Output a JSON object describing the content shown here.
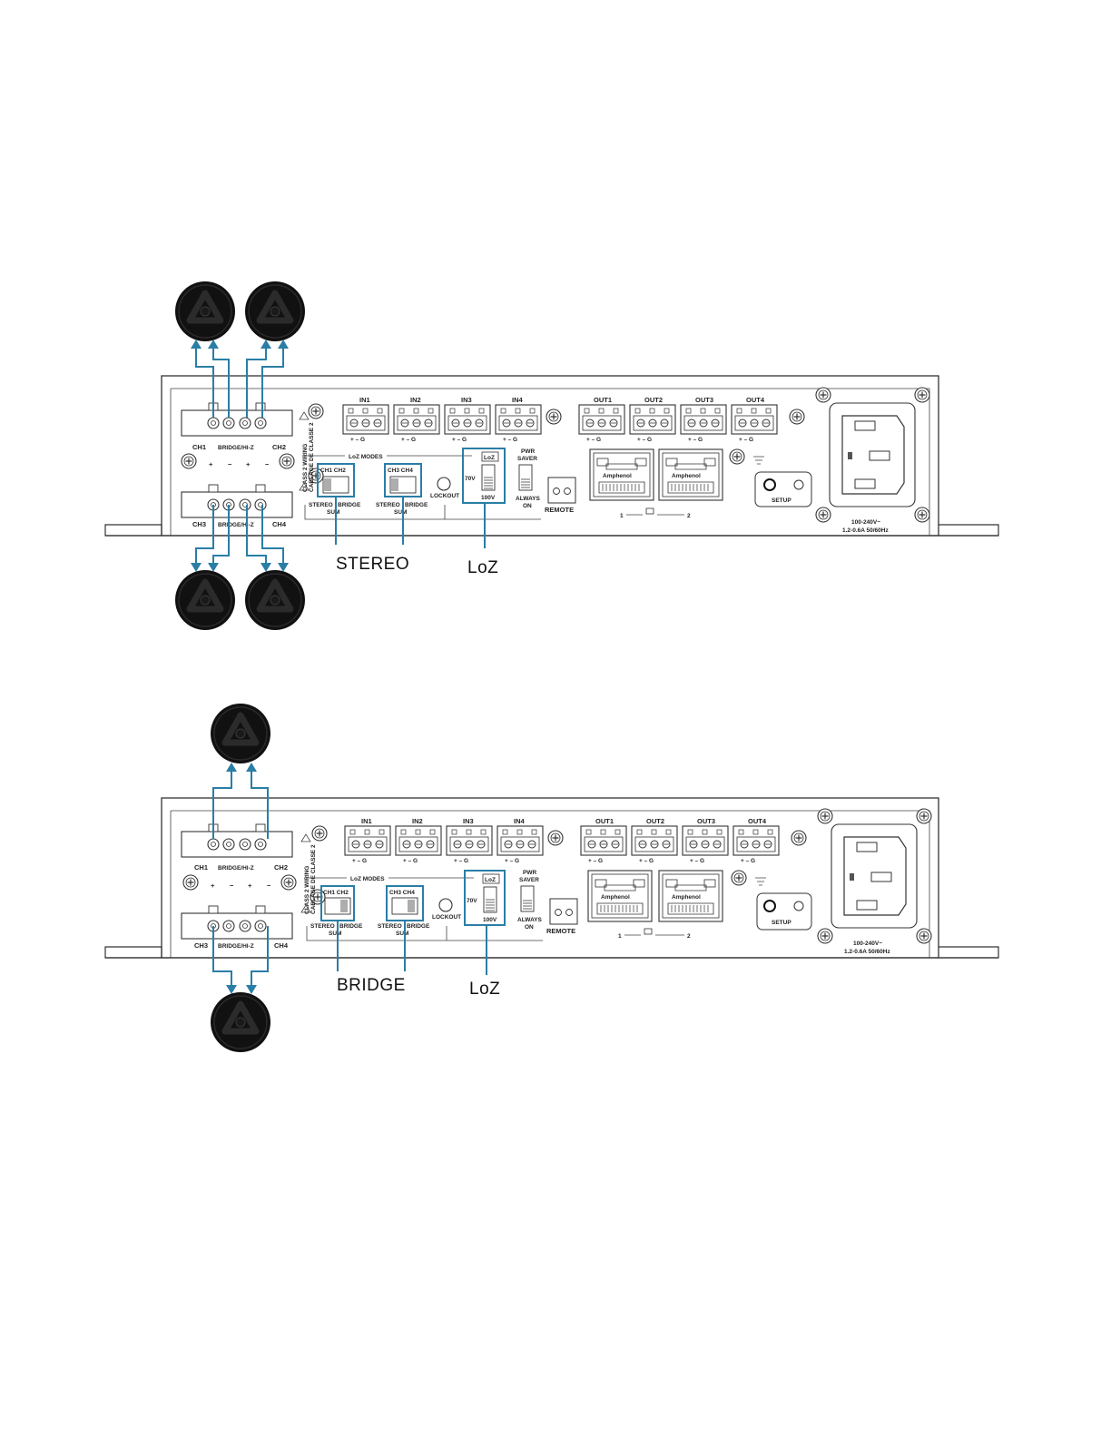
{
  "panel_labels": {
    "inputs": [
      "IN1",
      "IN2",
      "IN3",
      "IN4"
    ],
    "outputs": [
      "OUT1",
      "OUT2",
      "OUT3",
      "OUT4"
    ],
    "terminal_pins": [
      "+",
      "−",
      "G"
    ],
    "ch12_pair": {
      "left": "CH1",
      "mid": "BRIDGE/HI-Z",
      "right": "CH2"
    },
    "ch34_pair": {
      "left": "CH3",
      "mid": "BRIDGE/HI-Z",
      "right": "CH4"
    },
    "speaker_polarity": [
      "+",
      "−",
      "+",
      "−"
    ],
    "class2_wiring": "CLASS 2 WIRING",
    "class2_wiring_fr": "CABLAGE DE CLASSE 2",
    "loz_modes": "LoZ MODES",
    "ch12_switch": "CH1 CH2",
    "ch34_switch": "CH3 CH4",
    "stereo_label": "STEREO",
    "bridge_label": "BRIDGE",
    "sum_label": "SUM",
    "lockout": "LOCKOUT",
    "loz_switch": "LoZ",
    "v70": "70V",
    "v100": "100V",
    "pwr_saver_1": "PWR",
    "pwr_saver_2": "SAVER",
    "always_on_1": "ALWAYS",
    "always_on_2": "ON",
    "remote": "REMOTE",
    "amphenol": "Amphenol",
    "net_port_1": "1",
    "net_port_2": "2",
    "setup": "SETUP",
    "power_rating_1": "100-240V~",
    "power_rating_2": "1.2-0.6A 50/60Hz"
  },
  "diagrams": [
    {
      "id": "stereo",
      "mode_callout": "STEREO",
      "impedance_callout": "LoZ",
      "speaker_count": 4
    },
    {
      "id": "bridge",
      "mode_callout": "BRIDGE",
      "impedance_callout": "LoZ",
      "speaker_count": 2
    }
  ],
  "colors": {
    "highlight": "#2a7ea6",
    "line": "#333333",
    "speaker": "#111111"
  }
}
